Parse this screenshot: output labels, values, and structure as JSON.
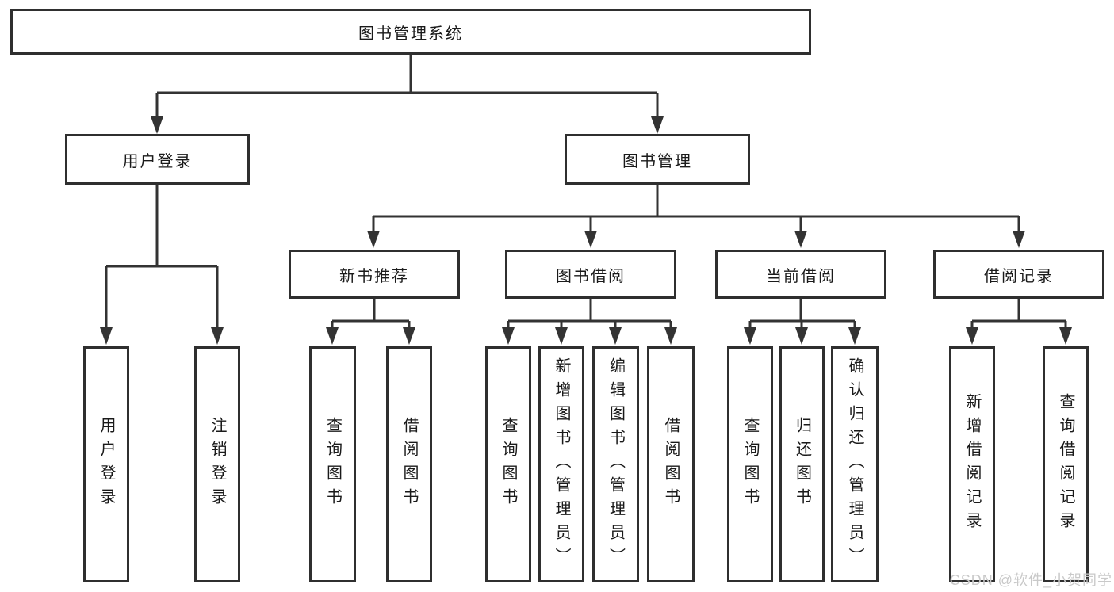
{
  "tree": {
    "root": {
      "label": "图书管理系统"
    },
    "branches": [
      {
        "label": "用户登录",
        "children": [
          {
            "label": "用户登录"
          },
          {
            "label": "注销登录"
          }
        ]
      },
      {
        "label": "图书管理",
        "groups": [
          {
            "label": "新书推荐",
            "children": [
              {
                "label": "查询图书"
              },
              {
                "label": "借阅图书"
              }
            ]
          },
          {
            "label": "图书借阅",
            "children": [
              {
                "label": "查询图书"
              },
              {
                "label": "新增图书（管理员）"
              },
              {
                "label": "编辑图书（管理员）"
              },
              {
                "label": "借阅图书"
              }
            ]
          },
          {
            "label": "当前借阅",
            "children": [
              {
                "label": "查询图书"
              },
              {
                "label": "归还图书"
              },
              {
                "label": "确认归还（管理员）"
              }
            ]
          },
          {
            "label": "借阅记录",
            "children": [
              {
                "label": "新增借阅记录"
              },
              {
                "label": "查询借阅记录"
              }
            ]
          }
        ]
      }
    ]
  },
  "watermark": {
    "text": "CSDN @软件_小贺同学",
    "color": "#c9c9c9"
  },
  "colors": {
    "line": "#333333",
    "border": "#2f2f2f",
    "text": "#1a1a1a",
    "background": "#ffffff"
  }
}
